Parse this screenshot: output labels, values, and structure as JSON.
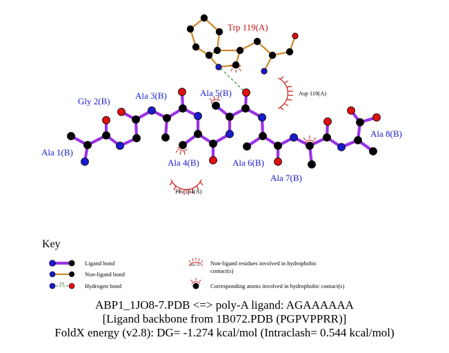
{
  "diagram": {
    "colors": {
      "ligand_bond": "#9933e6",
      "nonligand_bond": "#cc8a2e",
      "hbond": "#2e8b2e",
      "carbon": "#000000",
      "nitrogen": "#1a1acc",
      "oxygen": "#dd1111",
      "ligand_label": "#1a1acc",
      "nonligand_label": "#bb1111",
      "hydrophobic": "#cc1111"
    },
    "residues": {
      "trp119": "Trp 119(A)",
      "asp118": "Asp 118(A)",
      "pro134": "Pro 134(A)",
      "ala1": "Ala 1(B)",
      "gly2": "Gly 2(B)",
      "ala3": "Ala 3(B)",
      "ala4": "Ala 4(B)",
      "ala5": "Ala 5(B)",
      "ala6": "Ala 6(B)",
      "ala7": "Ala 7(B)",
      "ala8": "Ala 8(B)"
    }
  },
  "key": {
    "title": "Key",
    "ligand_bond": "Ligand bond",
    "nonligand_bond": "Non-ligand bond",
    "hydrogen_bond": "Hydrogen bond",
    "hbond_length": "3.0",
    "hydrophobic_residue_line1": "Non-ligand residues involved in hydrophobic",
    "hydrophobic_residue_line2": "contact(s)",
    "hydrophobic_atom": "Corresponding atoms involved in hydrophobic contact(s)",
    "example_residue": "His 53"
  },
  "caption": {
    "line1": "ABP1_1JO8-7.PDB <=> poly-A ligand: AGAAAAAA",
    "line2": "[Ligand backbone from 1B072.PDB (PGPVPPRR)]",
    "line3": "FoldX energy (v2.8): DG= -1.274 kcal/mol (Intraclash= 0.544 kcal/mol)"
  }
}
